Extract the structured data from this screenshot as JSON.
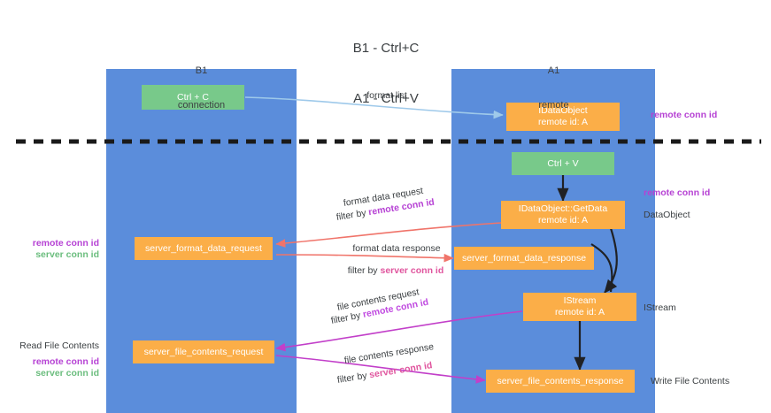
{
  "diagram": {
    "title_line1": "B1 - Ctrl+C",
    "title_line2": "A1 - Ctrl+V",
    "columns": [
      {
        "id": "b1",
        "name": "B1",
        "sub": "connection"
      },
      {
        "id": "a1",
        "name": "A1",
        "sub": "remote"
      }
    ],
    "nodes": {
      "ctrl_c": {
        "line1": "Ctrl + C",
        "line2": "",
        "color": "#78c98a"
      },
      "idataobject": {
        "line1": "IDataObject",
        "line2": "remote id: A",
        "color": "#fbae48"
      },
      "ctrl_v": {
        "line1": "Ctrl + V",
        "line2": "",
        "color": "#78c98a"
      },
      "getdata": {
        "line1": "IDataObject::GetData",
        "line2": "remote id: A",
        "color": "#fbae48"
      },
      "fmt_request": {
        "line1": "server_format_data_request",
        "line2": "",
        "color": "#fbae48"
      },
      "fmt_response": {
        "line1": "server_format_data_response",
        "line2": "",
        "color": "#fbae48"
      },
      "istream": {
        "line1": "IStream",
        "line2": "remote id: A",
        "color": "#fbae48"
      },
      "file_request": {
        "line1": "server_file_contents_request",
        "line2": "",
        "color": "#fbae48"
      },
      "file_response": {
        "line1": "server_file_contents_response",
        "line2": "",
        "color": "#fbae48"
      }
    },
    "edge_labels": {
      "format_list": "format list",
      "format_data_request": "format data request",
      "filter_by_1": "filter by",
      "remote_conn_id_1": "remote conn id",
      "format_data_response": "format data response",
      "filter_by_2": "filter by",
      "server_conn_id_2": "server conn id",
      "file_contents_request": "file contents request",
      "filter_by_3": "filter by",
      "remote_conn_id_3": "remote conn id",
      "file_contents_response": "file contents response",
      "filter_by_4": "filter by",
      "server_conn_id_4": "server conn id"
    },
    "side_labels": {
      "right_remote_conn_id_top": "remote conn id",
      "right_remote_conn_id_mid": "remote conn id",
      "right_dataobject": "DataObject",
      "right_istream": "IStream",
      "right_write_file_contents": "Write File Contents",
      "left_remote_conn_id_mid": "remote conn id",
      "left_server_conn_id_mid": "server conn id",
      "left_read_file_contents": "Read File Contents",
      "left_remote_conn_id_bot": "remote conn id",
      "left_server_conn_id_bot": "server conn id"
    },
    "colors": {
      "band": "#5b8ddb",
      "green_node": "#78c98a",
      "orange_node": "#fbae48",
      "purple_text": "#b642d4",
      "green_text": "#6bbd7e",
      "pink_text": "#e0559e",
      "arrow_blue": "#9ec9ea",
      "arrow_red": "#f0746a",
      "arrow_black": "#202124",
      "arrow_magenta": "#c23fc9",
      "divider": "#1a1a1a",
      "background": "#ffffff"
    }
  }
}
